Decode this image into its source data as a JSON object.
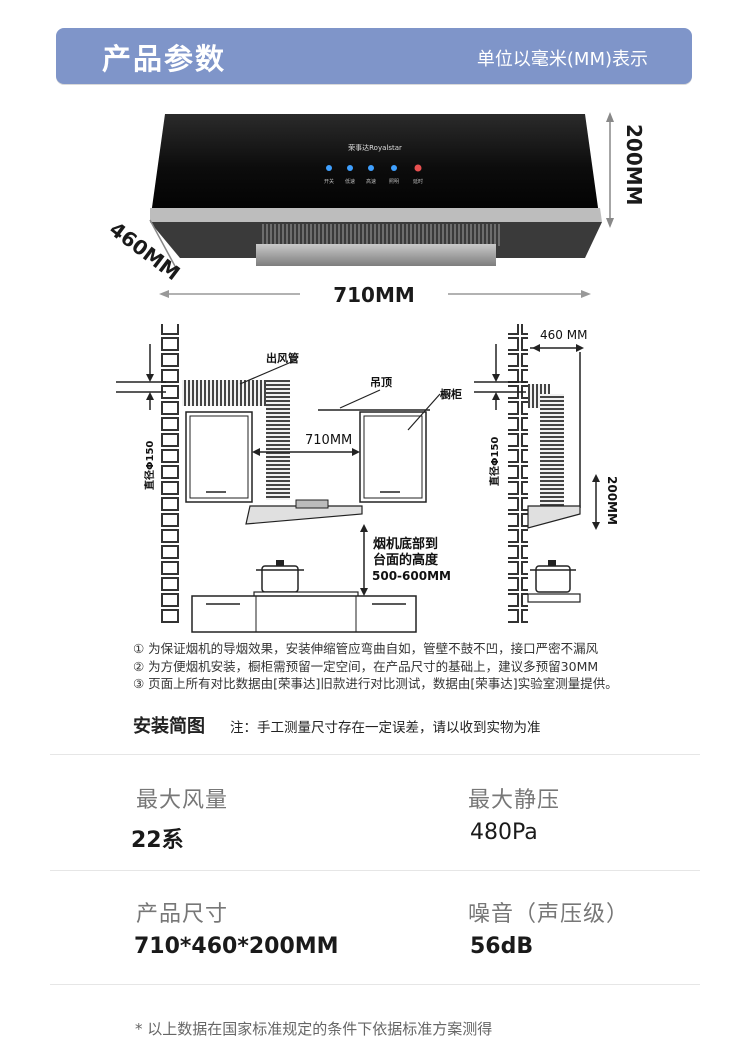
{
  "header": {
    "title": "产品参数",
    "unit_note": "单位以毫米(MM)表示"
  },
  "product_figure": {
    "height_dim": "200MM",
    "depth_dim": "460MM",
    "width_dim": "710MM",
    "brand": "荣事达Royalstar",
    "panel_buttons": [
      "开关",
      "低速",
      "高速",
      "照明",
      "延时"
    ]
  },
  "install_diagram": {
    "outlet_pipe": "出风管",
    "ceiling": "吊顶",
    "cabinet": "橱柜",
    "hood_width": "710MM",
    "pipe_diameter_left": "直径Φ150",
    "pipe_diameter_right": "直径Φ150",
    "height_note_line1": "烟机底部到",
    "height_note_line2": "台面的高度",
    "height_note_line3": "500-600MM",
    "side_depth": "460 MM",
    "side_height": "200MM"
  },
  "notes": [
    "① 为保证烟机的导烟效果，安装伸缩管应弯曲自如，管壁不鼓不凹，接口严密不漏风",
    "② 为方便烟机安装，橱柜需预留一定空间，在产品尺寸的基础上，建议多预留30MM",
    "③ 页面上所有对比数据由[荣事达]旧款进行对比测试，数据由[荣事达]实验室测量提供。"
  ],
  "install": {
    "title": "安装简图",
    "note": "注：手工测量尺寸存在一定误差，请以收到实物为准"
  },
  "specs": [
    {
      "label": "最大风量",
      "value": "22系"
    },
    {
      "label": "最大静压",
      "value": "480Pa"
    },
    {
      "label": "产品尺寸",
      "value": "710*460*200MM"
    },
    {
      "label": "噪音（声压级）",
      "value": "56dB"
    }
  ],
  "footnote": "* 以上数据在国家标准规定的条件下依据标准方案测得"
}
